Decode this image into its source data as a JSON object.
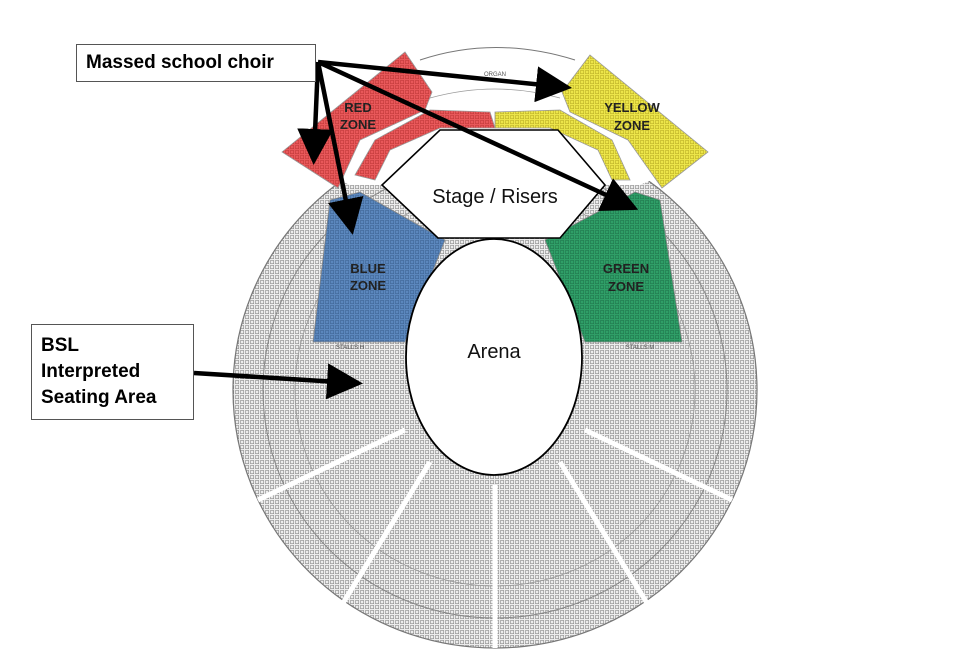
{
  "callouts": {
    "choir": "Massed school choir",
    "bsl": [
      "BSL",
      "Interpreted",
      "Seating Area"
    ]
  },
  "zones": {
    "red": {
      "line1": "RED",
      "line2": "ZONE",
      "color": "#e8585a"
    },
    "yellow": {
      "line1": "YELLOW",
      "line2": "ZONE",
      "color": "#ece54a"
    },
    "blue": {
      "line1": "BLUE",
      "line2": "ZONE",
      "color": "#5b87bd"
    },
    "green": {
      "line1": "GREEN",
      "line2": "ZONE",
      "color": "#2f9e67"
    }
  },
  "stage_label": "Stage / Risers",
  "arena_label": "Arena",
  "organ_label": "ORGAN",
  "stalls_labels": {
    "left": "STALLS H",
    "right": "STALLS M"
  },
  "seating_color": "#d9d9d9",
  "arrow_color": "#000000"
}
